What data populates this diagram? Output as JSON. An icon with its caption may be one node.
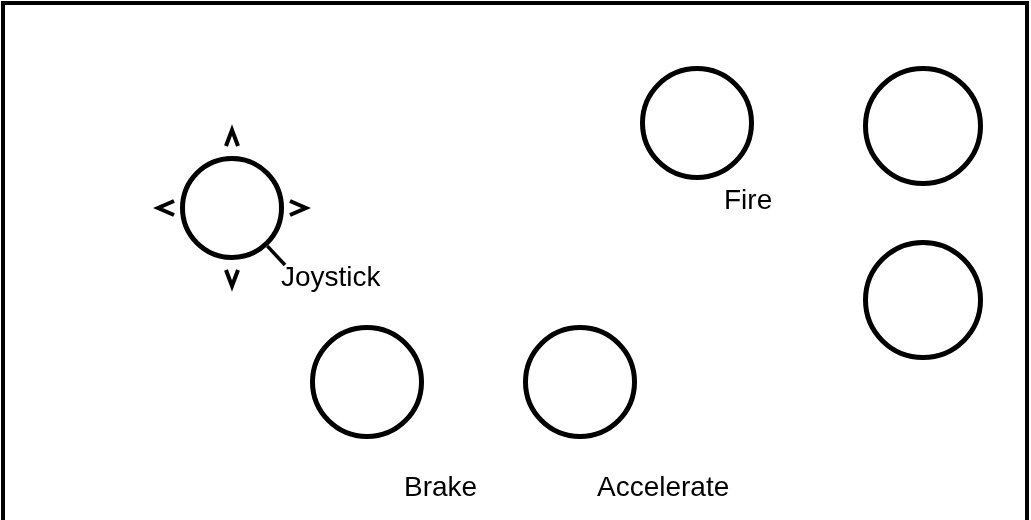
{
  "diagram": {
    "nodes": [
      {
        "text": [],
        "shape": "circle",
        "beside": [
          "Fire"
        ]
      },
      {
        "text": [],
        "shape": "circle"
      },
      {
        "text": [],
        "shape": "circle"
      },
      {
        "text": [
          "Joystick"
        ]
      },
      {
        "text": [],
        "shape": "circle"
      },
      {
        "text": [],
        "shape": "circle",
        "beside": [
          "Brake"
        ]
      },
      {
        "text": [],
        "shape": "circle",
        "beside": [
          "Accelerate"
        ]
      }
    ],
    "edges": [
      {
        "from": 3,
        "to": 2,
        "arrow": "none"
      }
    ]
  }
}
